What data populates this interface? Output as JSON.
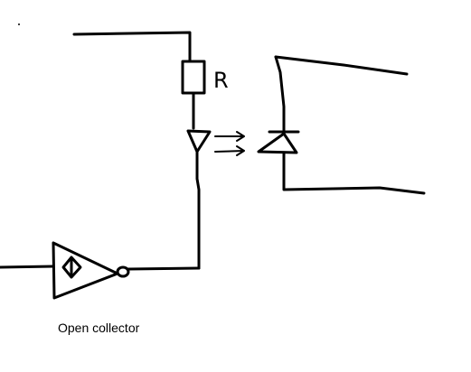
{
  "diagram": {
    "resistor_label": "R",
    "caption": "Open collector",
    "components": [
      "supply-rail",
      "resistor",
      "led-emitter",
      "light-arrows",
      "photodiode-receiver",
      "open-collector-buffer",
      "input-line"
    ]
  }
}
